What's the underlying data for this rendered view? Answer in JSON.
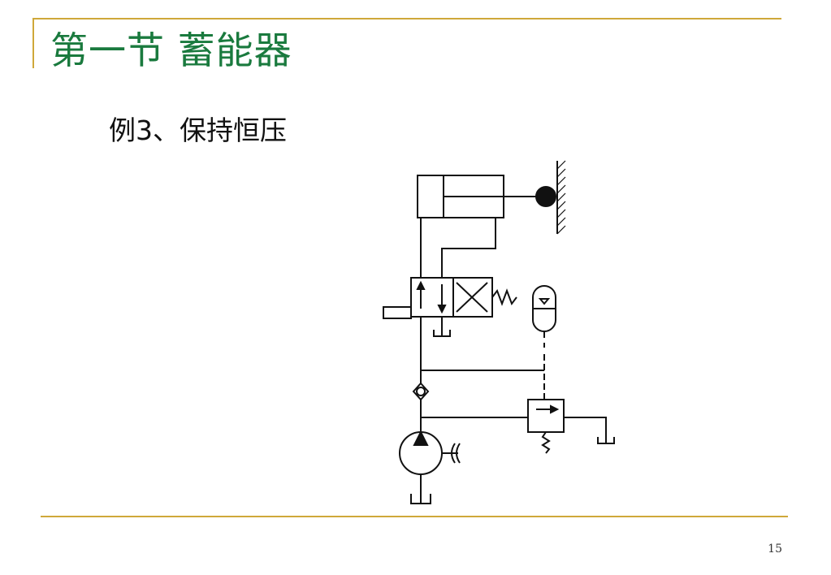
{
  "slide": {
    "title": "第一节  蓄能器",
    "subtitle": "例3、保持恒压",
    "page_number": "15",
    "colors": {
      "title": "#1a7a3e",
      "rule": "#cfa83a",
      "ink": "#111111"
    }
  },
  "diagram": {
    "components": [
      "hydraulic-cylinder",
      "wall-mount",
      "solenoid-valve",
      "spring",
      "accumulator",
      "check-valve",
      "relief-valve",
      "pump",
      "tank-symbol"
    ]
  }
}
